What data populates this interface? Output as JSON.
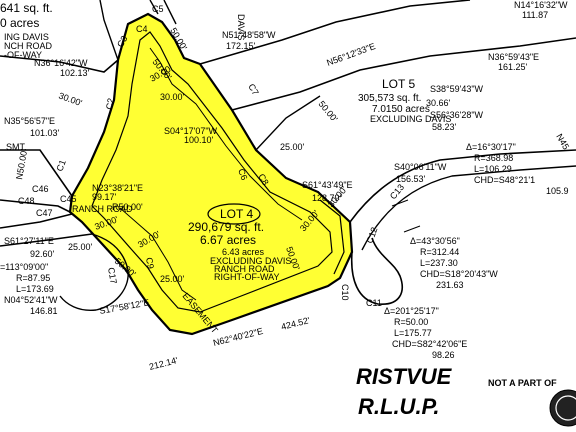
{
  "colors": {
    "lot4_fill": "#ffff33",
    "ink": "#000000",
    "paper": "#ffffff"
  },
  "lot3": {
    "area": "641 sq. ft.",
    "acres": "0 acres",
    "notes": [
      "ING DAVIS",
      "NCH ROAD",
      "-OF-WAY"
    ]
  },
  "lot4": {
    "name": "LOT 4",
    "area": "290,679 sq. ft.",
    "acres": "6.67 acres",
    "notes": [
      "6.43 acres",
      "EXCLUDING DAVIS",
      "RANCH ROAD",
      "RIGHT-OF-WAY"
    ]
  },
  "lot5": {
    "name": "LOT 5",
    "area": "305,573 sq. ft.",
    "acres": "7.0150 acres",
    "note": "EXCLUDING DAVIS"
  },
  "road_labels": [
    "DAVIS",
    "RANCH ROAD",
    "EASEMENT",
    "SMT."
  ],
  "bearings": [
    "N14°16'32\"W",
    "111.87",
    "N51°48'58\"W",
    "172.15'",
    "N56°12'33\"E",
    "N36°59'43\"E",
    "161.25'",
    "S38°59'43\"W",
    "30.66'",
    "S56°36'28\"W",
    "58.23'",
    "N45",
    "S04°17'07\"W",
    "100.10'",
    "S40°06'11\"W",
    "156.53'",
    "S61°43'49\"E",
    "128.79'",
    "N23°38'21\"E",
    "99.17'",
    "N35°56'57\"E",
    "101.03'",
    "N36°16'42\"W",
    "102.13'",
    "S61°27'11\"E",
    "92.60'",
    "=113°09'00\"",
    "R=87.95",
    "L=173.69",
    "N04°52'41\"W",
    "146.81",
    "S17°58'12\"E",
    "212.14'",
    "N62°40'22\"E",
    "424.52'",
    "N50.00'"
  ],
  "offsets": [
    "30.00'",
    "30.00'",
    "30.00'",
    "50.00'",
    "50.00'",
    "25.00'",
    "25.00'",
    "30.00'",
    "50.00'",
    "R50.00'",
    "30.00'",
    "30.00'",
    "50.00'",
    "25.00'",
    "30.00'",
    "50.00'"
  ],
  "curves": [
    {
      "delta": "Δ=16°30'17\"",
      "radius": "R=368.98",
      "length": "L=106.29",
      "chord": "CHD=S48°21'1",
      "chord_len": "105.9"
    },
    {
      "delta": "Δ=43°30'56\"",
      "radius": "R=312.44",
      "length": "L=237.30",
      "chord": "CHD=S18°20'43\"W",
      "chord_len": "231.63"
    },
    {
      "delta": "Δ=201°25'17\"",
      "radius": "R=50.00",
      "length": "L=175.77",
      "chord": "CHD=S82°42'06\"E",
      "chord_len": "98.26"
    }
  ],
  "curve_ids": [
    "C1",
    "C2",
    "C3",
    "C4",
    "C5",
    "C6",
    "C7",
    "C8",
    "C9",
    "C10",
    "C11",
    "C12",
    "C13",
    "C45",
    "C46",
    "C47",
    "C48",
    "C17"
  ],
  "footer": {
    "title_line1": "RISTVUE",
    "title_line2": "R.L.U.P.",
    "note": "NOT A PART OF"
  }
}
